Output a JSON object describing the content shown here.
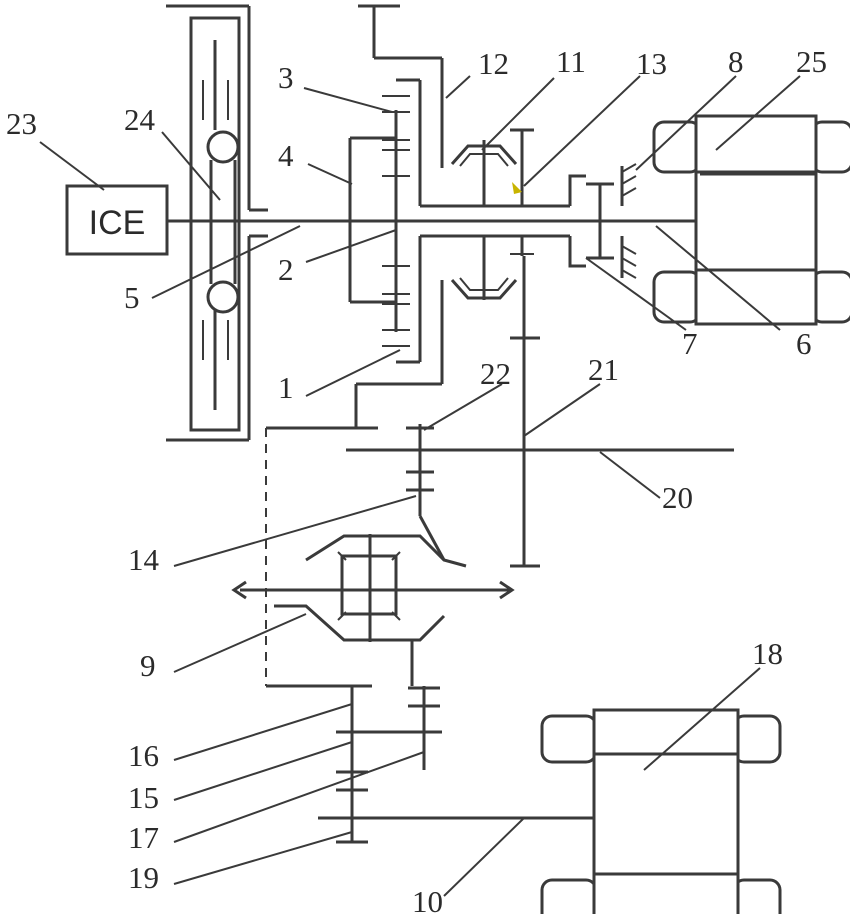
{
  "engine": {
    "label": "ICE"
  },
  "labels": {
    "n1": "1",
    "n2": "2",
    "n3": "3",
    "n4": "4",
    "n5": "5",
    "n6": "6",
    "n7": "7",
    "n8": "8",
    "n9": "9",
    "n10": "10",
    "n11": "11",
    "n12": "12",
    "n13": "13",
    "n14": "14",
    "n15": "15",
    "n16": "16",
    "n17": "17",
    "n18": "18",
    "n19": "19",
    "n20": "20",
    "n21": "21",
    "n22": "22",
    "n23": "23",
    "n24": "24",
    "n25": "25"
  },
  "colors": {
    "line": "#3a3a3a",
    "text": "#2b2b2b",
    "background": "#ffffff"
  }
}
